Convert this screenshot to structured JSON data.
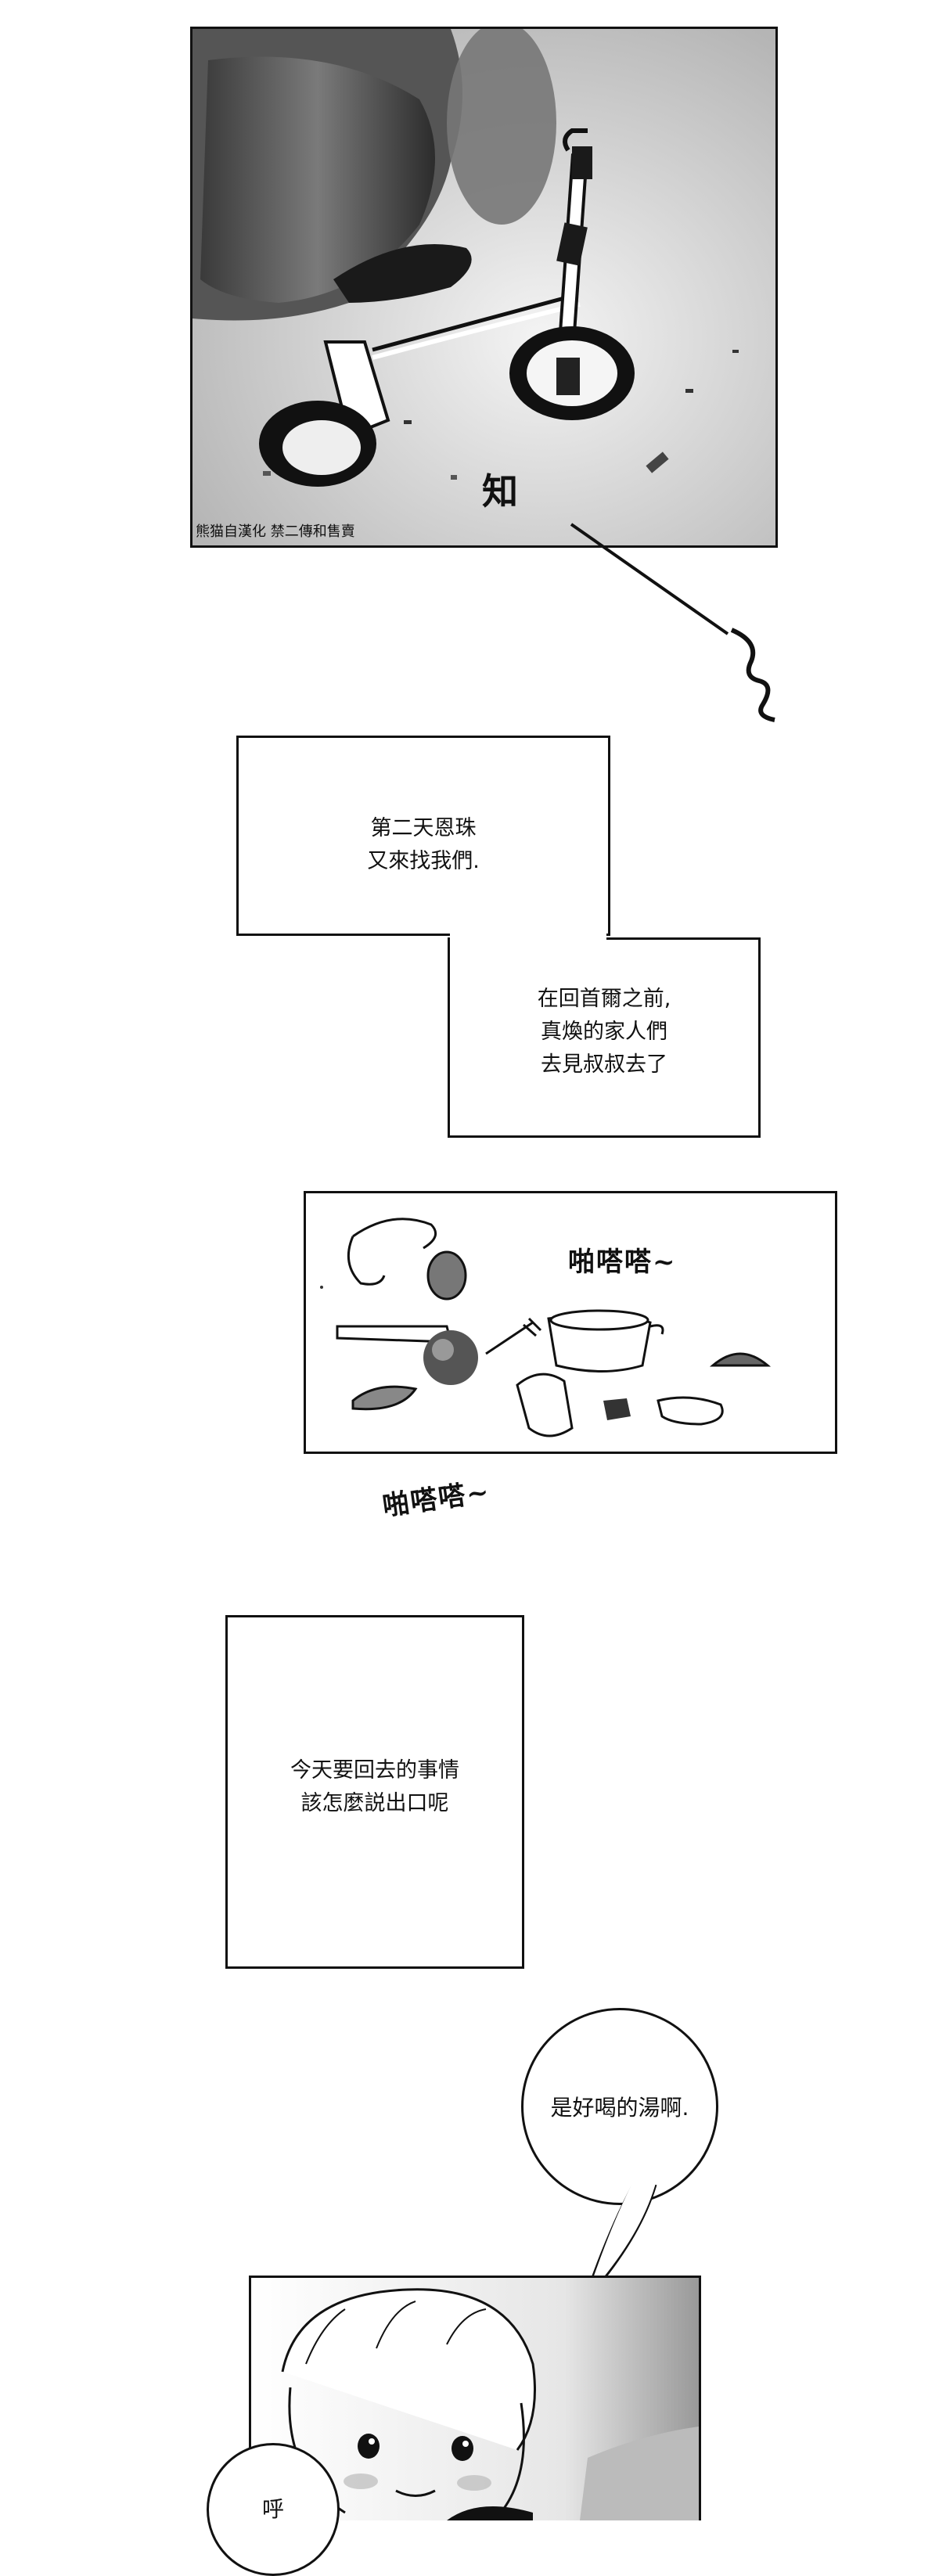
{
  "panel1": {
    "credit": "熊猫自漢化 禁二傳和售賣",
    "sfx": "知"
  },
  "narration1": {
    "line1": "第二天恩珠",
    "line2": "又來找我們."
  },
  "narration2": {
    "line1": "在回首爾之前,",
    "line2": "真煥的家人們",
    "line3": "去見叔叔去了"
  },
  "panel2": {
    "sfx_top": "啪嗒嗒~",
    "sfx_bottom": "啪嗒嗒~"
  },
  "narration3": {
    "line1": "今天要回去的事情",
    "line2": "該怎麼説出口呢"
  },
  "speech1": {
    "text": "是好喝的湯啊."
  },
  "speech2": {
    "text": "呼"
  }
}
